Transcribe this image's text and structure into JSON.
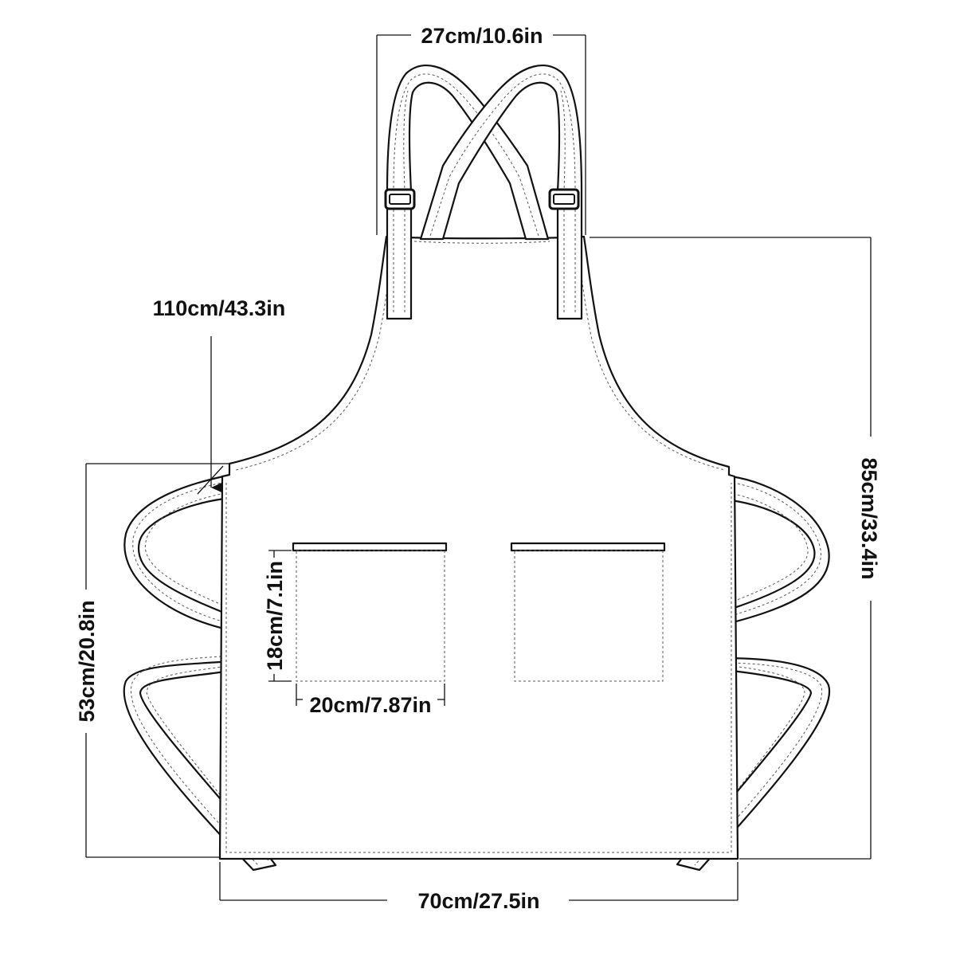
{
  "labels": {
    "strap_top_width": "27cm/10.6in",
    "neck_tie_length": "110cm/43.3in",
    "total_length": "85cm/33.4in",
    "body_length": "53cm/20.8in",
    "pocket_height": "18cm/7.1in",
    "pocket_width": "20cm/7.87in",
    "total_width": "70cm/27.5in"
  },
  "colors": {
    "line": "#111111",
    "stitch": "#555555",
    "background": "#ffffff"
  },
  "icons": {
    "buckle": "strap-adjuster-buckle-icon",
    "arrow": "arrow-down-icon"
  }
}
